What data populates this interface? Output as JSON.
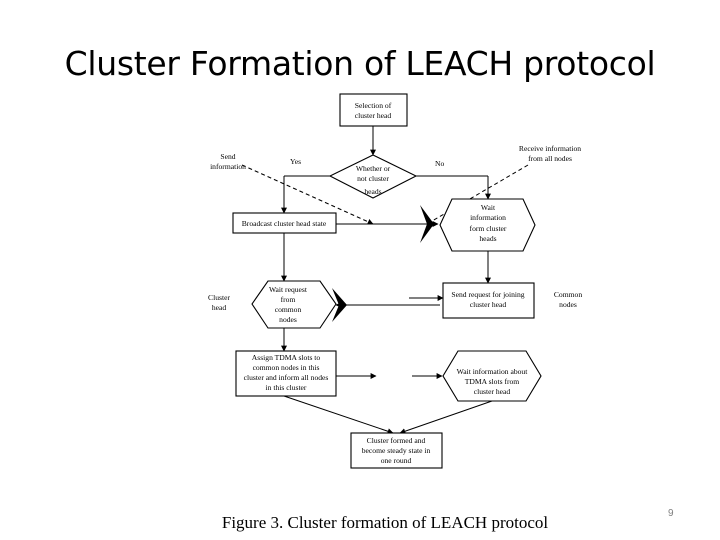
{
  "slide": {
    "title": "Cluster Formation of LEACH protocol",
    "caption": "Figure 3. Cluster formation of LEACH protocol",
    "page_number": "9"
  },
  "flowchart": {
    "selection_l1": "Selection of",
    "selection_l2": "cluster head",
    "decision_l1": "Whether or",
    "decision_l2": "not cluster",
    "decision_l3": "heads",
    "yes_label": "Yes",
    "no_label": "No",
    "send_info_l1": "Send",
    "send_info_l2": "information",
    "receive_info_l1": "Receive information",
    "receive_info_l2": "from all nodes",
    "broadcast": "Broadcast cluster head state",
    "wait_info_l1": "Wait",
    "wait_info_l2": "information",
    "wait_info_l3": "form cluster",
    "wait_info_l4": "heads",
    "cluster_head_l1": "Cluster",
    "cluster_head_l2": "head",
    "wait_request_l1": "Wait request",
    "wait_request_l2": "from",
    "wait_request_l3": "common",
    "wait_request_l4": "nodes",
    "send_request_l1": "Send request for joining",
    "send_request_l2": "cluster head",
    "common_nodes_l1": "Common",
    "common_nodes_l2": "nodes",
    "assign_l1": "Assign TDMA slots to",
    "assign_l2": "common nodes in this",
    "assign_l3": "cluster and inform all nodes",
    "assign_l4": "in this cluster",
    "wait_tdma_l1": "Wait information about",
    "wait_tdma_l2": "TDMA slots from",
    "wait_tdma_l3": "cluster head",
    "formed_l1": "Cluster formed and",
    "formed_l2": "become steady state in",
    "formed_l3": "one round"
  }
}
